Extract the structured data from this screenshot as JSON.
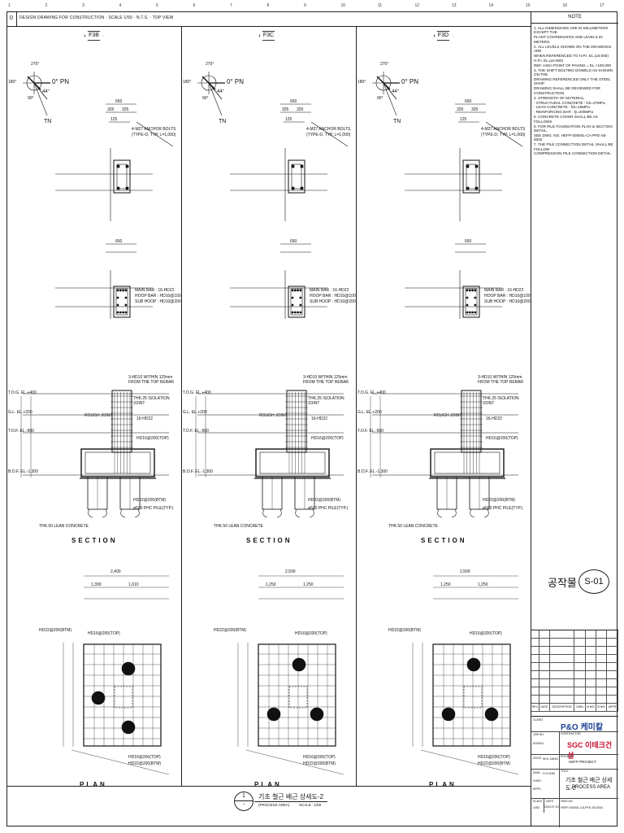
{
  "top_strip": {
    "revision": "0",
    "text": "DESIGN DRAWING FOR CONSTRUCTION · SCALE 1/50 · N.T.S. · TOP VIEW"
  },
  "column_ticks": [
    "1",
    "2",
    "3",
    "4",
    "5",
    "6",
    "7",
    "8",
    "9",
    "10",
    "11",
    "12",
    "13",
    "14",
    "15",
    "16",
    "17"
  ],
  "panels": [
    {
      "tag": "F3B"
    },
    {
      "tag": "F3C"
    },
    {
      "tag": "F3D"
    }
  ],
  "compass": {
    "deg_270": "270°",
    "deg_180": "180°",
    "deg_90": "90°",
    "deg_0": "0° PN",
    "angle": "44°",
    "tn": "TN"
  },
  "plan_top": {
    "dim_total": "650",
    "dim_a": "325",
    "dim_b": "325",
    "dim_c": "125",
    "bolt_note_1": "4-M27 ANCHOR BOLTS",
    "bolt_note_2": "(TYPE-D, TYP. L=1,000)"
  },
  "column_section": {
    "dim_total": "650",
    "main_bar": "MAIN BAR : 16-HD22",
    "hoop_bar": "HOOP BAR : HD10@100",
    "sub_hoop": "SUB HOOP : HD10@200"
  },
  "section": {
    "tos": "T.O.G. EL.+400",
    "gl": "G.L. EL.+200",
    "tof": "T.O.F. EL.-500",
    "bof": "B.O.F. EL.-1,300",
    "note_bars": "3-HD10 WITHIN 125mm FROM THE TOP REBAR",
    "isolation": "THK.25 ISOLATION JOINT",
    "rough": "ROUGH JOINT",
    "main": "16-HD22",
    "hd_top": "HD16@200(TOP)",
    "hd_btm": "HD22@200(BTM)",
    "pile": "ø500 PHC PILE(TYP.)",
    "lean": "THK.50 LEAN CONCRETE",
    "title": "SECTION"
  },
  "plan": {
    "total_a": "2,400",
    "total_b": "2,500",
    "half_a1": "1,390",
    "half_a2": "1,010",
    "half_b1": "1,250",
    "half_b2": "1,250",
    "bot_btm": "HD22@200(BTM)",
    "top": "HD16@200(TOP)",
    "title": "PLAN"
  },
  "notes": {
    "header": "NOTE",
    "lines": [
      "1. ALL DIMENSIONS ARE IN MILLIMETERS EXCEPT THE",
      "   PLANT COORDINATES AND LEVELS IN METERS.",
      "2. ALL LEVELS SHOWN ON THE DRAWINGS ARE",
      "   WHEN REFERENCED TO H.P.I. EL.(±0.000)",
      "   H.P.I. EL.(±0.000)",
      "   REF. HIGH POINT OF PAVING = EL.+100,000",
      "3. THE SHIFT BOLTING DOWELS AS SHOWN ON THE",
      "   DRAWING REFERENCED ONLY THE STEEL SHOP",
      "   DRAWING SHALL BE REVIEWED FOR CONSTRUCTION.",
      "4. STRENGTH OF MATERIAL",
      "   - STRUCTURAL CONCRETE : fck=27MPa",
      "   - LEAN CONCRETE : fck=18MPa",
      "   - REINFORCING BAR : fy=400MPa",
      "5. CONCRETE COVER SHALL BE AS FOLLOWS",
      "6. FOR PILE FOUNDATION PLAN & SECTION DETAIL,",
      "   SEE DWG. NO. HEFP-000001-CA-PFE-S5-0002",
      "7. THE PILE CONNECTION DETAIL SHALL BE FOLLOW",
      "   COMPRESSION PILE CONNECTION DETAIL."
    ]
  },
  "sheet_no": {
    "prefix": "공작물",
    "number": "S-01"
  },
  "revision_table": {
    "headers": [
      "REV.",
      "DATE",
      "DESCRIPTION",
      "DWN",
      "CHKD",
      "CHKD",
      "APPR"
    ]
  },
  "title_block": {
    "client_label": "CLIENT",
    "client": "P&O 케미칼",
    "contractor_label": "CONTRACTOR",
    "contractor": "SGC 이테크건설",
    "job_no_label": "JOB NO.",
    "job_no": "000001",
    "project_label": "PROJECT",
    "project": "HEFP PROJECT",
    "title_label": "TITLE",
    "title_kr": "기초 철근 배근 상세도-2",
    "title_en": "PROCESS AREA",
    "scale_label": "SCALE",
    "scale": "1/50",
    "date_label": "DATE",
    "date": "2023.07.20",
    "dwg_no_label": "DWG NO.",
    "dwg_no": "HEFP-000001-CA-PFE-S5-0004",
    "dsgd": "DSGD",
    "dwn": "DWN",
    "chkd": "CHKD",
    "appd": "APPD",
    "name1": "W.K.JANG",
    "name2": "H.S.KIM"
  },
  "footer": {
    "num": "1",
    "den": "-",
    "title": "기초 철근 배근 상세도-2",
    "sub": "(PROCESS AREA)",
    "scale": "SCALE : 1/50"
  }
}
